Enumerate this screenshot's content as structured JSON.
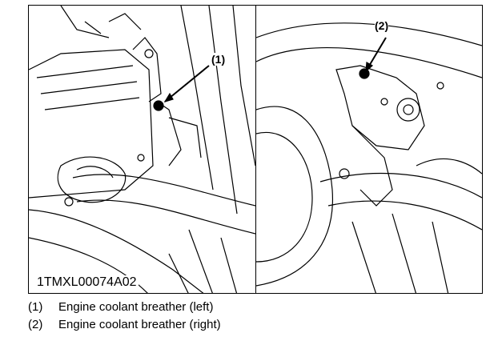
{
  "figure": {
    "id": "1TMXL00074A02",
    "callouts": [
      "(1)",
      "(2)"
    ]
  },
  "legend": [
    {
      "num": "(1)",
      "text": "Engine coolant breather (left)"
    },
    {
      "num": "(2)",
      "text": "Engine coolant breather (right)"
    }
  ]
}
